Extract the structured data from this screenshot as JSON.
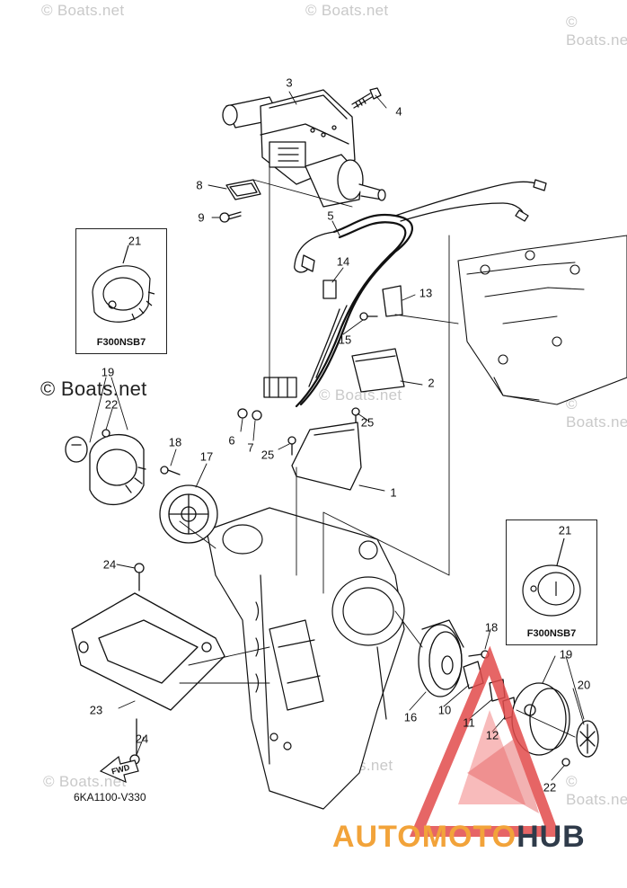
{
  "watermark": {
    "text": "© Boats.net"
  },
  "diagram": {
    "code": "6KA1100-V330",
    "fwd_label": "FWD",
    "inset_label": "F300NSB7"
  },
  "callouts": [
    "1",
    "2",
    "3",
    "4",
    "5",
    "6",
    "7",
    "8",
    "9",
    "10",
    "11",
    "12",
    "13",
    "14",
    "15",
    "16",
    "17",
    "18",
    "19",
    "20",
    "21",
    "22",
    "23",
    "24",
    "25"
  ],
  "brand": {
    "part1": "AUTOMOTO",
    "part2": "HUB",
    "primary_color": "#f2a33a",
    "secondary_color": "#2f3b4a",
    "logo_color": "#e24b4b"
  }
}
